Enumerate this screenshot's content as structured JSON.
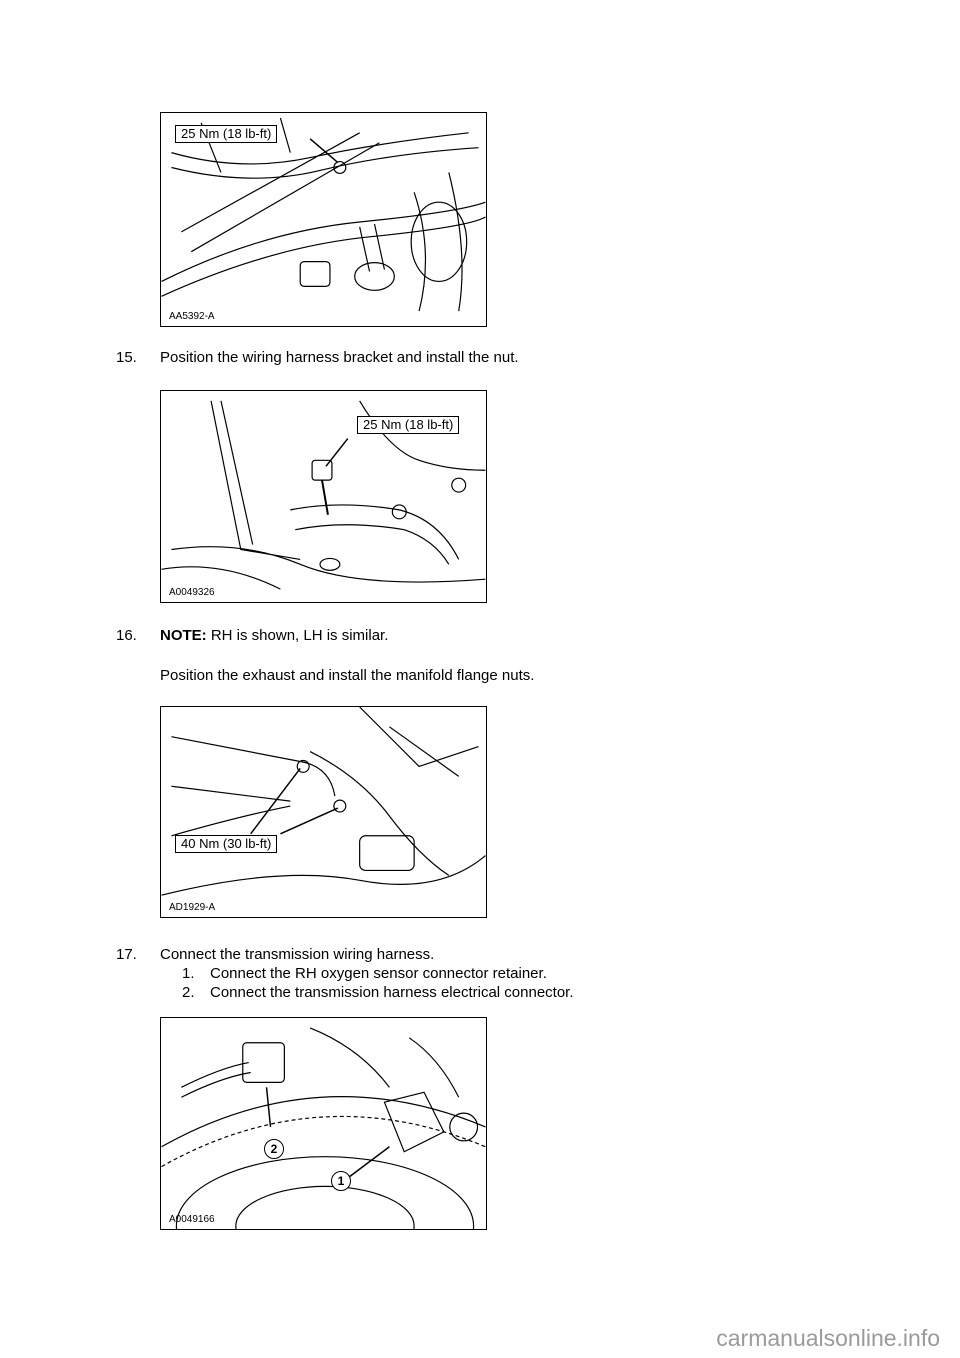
{
  "figures": [
    {
      "id": "AA5392-A",
      "callouts": [
        "25 Nm (18 lb-ft)"
      ]
    },
    {
      "id": "A0049326",
      "callouts": [
        "25 Nm (18 lb-ft)"
      ]
    },
    {
      "id": "AD1929-A",
      "callouts": [
        "40 Nm (30 lb-ft)"
      ]
    },
    {
      "id": "A0049166",
      "callouts": [
        "1",
        "2"
      ]
    }
  ],
  "steps": [
    {
      "number": "15.",
      "text": "Position the wiring harness bracket and install the nut."
    },
    {
      "number": "16.",
      "note_label": "NOTE:",
      "note_text": " RH is shown, LH is similar.",
      "text": "Position the exhaust and install the manifold flange nuts."
    },
    {
      "number": "17.",
      "text": "Connect the transmission wiring harness.",
      "substeps": [
        {
          "number": "1.",
          "text": "Connect the RH oxygen sensor connector retainer."
        },
        {
          "number": "2.",
          "text": "Connect the transmission harness electrical connector."
        }
      ]
    }
  ],
  "watermark": "carmanualsonline.info"
}
